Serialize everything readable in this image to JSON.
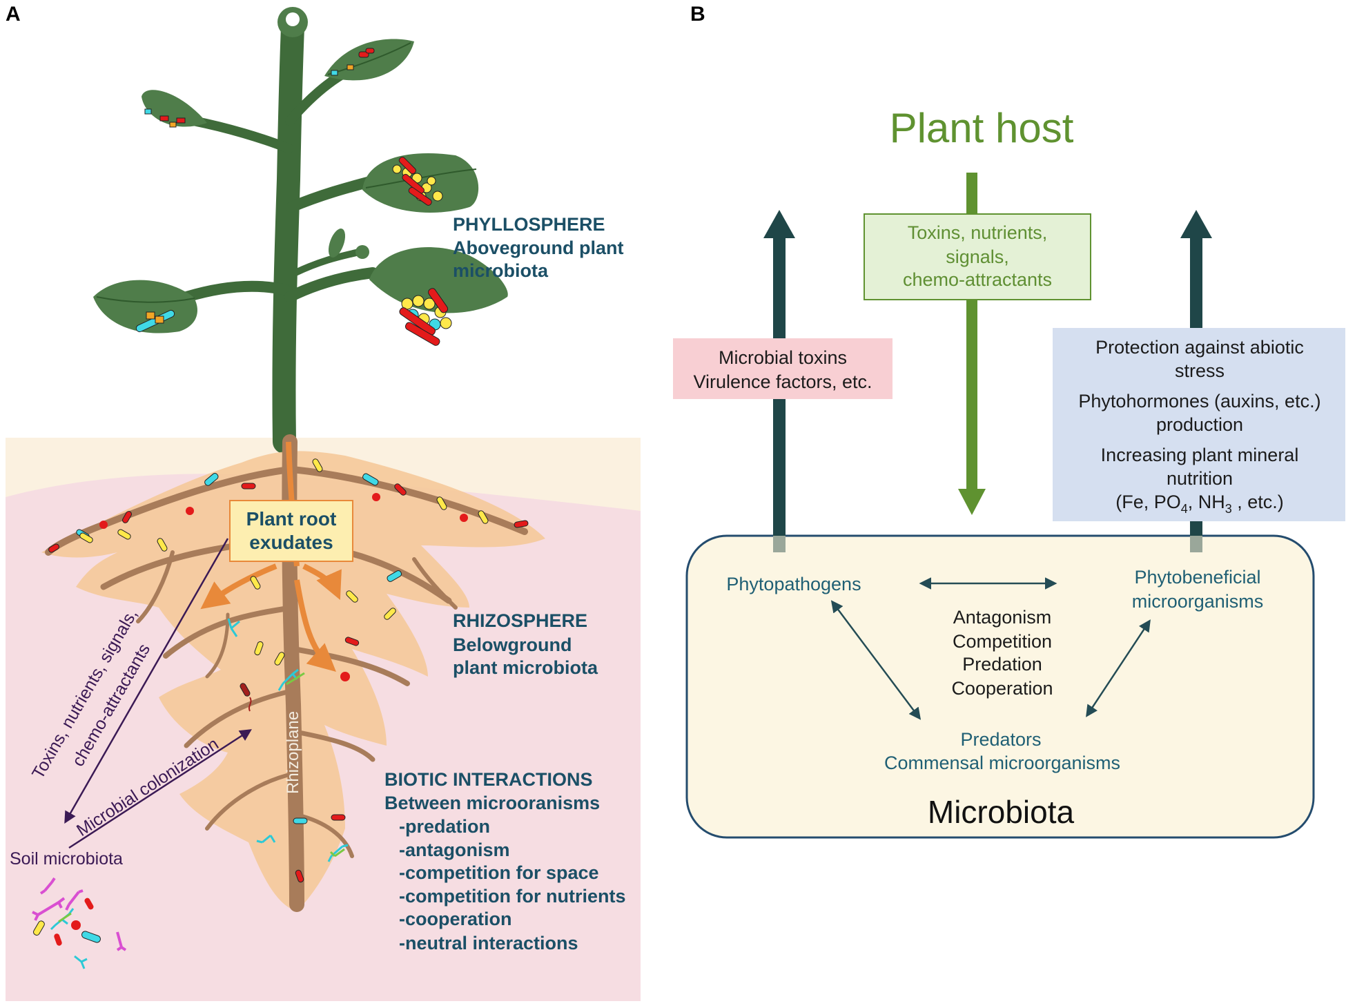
{
  "panel_a": {
    "letter": "A",
    "phyllosphere": {
      "title": "PHYLLOSPHERE",
      "line1": "Aboveground plant",
      "line2": "microbiota"
    },
    "rhizosphere": {
      "title": "RHIZOSPHERE",
      "line1": "Belowground",
      "line2": "plant microbiota"
    },
    "exudates": {
      "line1": "Plant root",
      "line2": "exudates"
    },
    "rhizoplane": "Rhizoplane",
    "toxins_arrow": {
      "line1": "Toxins, nutrients, signals,",
      "line2": "chemo-attractants"
    },
    "colonization": "Microbial colonization",
    "soil_microbiota": "Soil microbiota",
    "biotic": {
      "title": "BIOTIC INTERACTIONS",
      "subtitle": "Between microoranisms",
      "items": [
        "-predation",
        "-antagonism",
        "-competition for space",
        "-competition for nutrients",
        "-cooperation",
        "-neutral interactions"
      ]
    }
  },
  "panel_b": {
    "letter": "B",
    "plant_host": "Plant host",
    "signals_box": {
      "line1": "Toxins, nutrients,",
      "line2": "signals,",
      "line3": "chemo-attractants"
    },
    "toxins_box": {
      "line1": "Microbial toxins",
      "line2": "Virulence factors, etc."
    },
    "benefit_box": {
      "l1": "Protection against abiotic",
      "l2": "stress",
      "l3": "Phytohormones (auxins,  etc.)",
      "l4": "production",
      "l5": "Increasing plant mineral",
      "l6": "nutrition",
      "l7_a": "(Fe, PO",
      "l7_sub1": "4",
      "l7_b": ", NH",
      "l7_sub2": "3",
      "l7_c": " , etc.)"
    },
    "microbiota": {
      "title": "Microbiota",
      "phytopathogens": "Phytopathogens",
      "phytobeneficial1": "Phytobeneficial",
      "phytobeneficial2": "microorganisms",
      "interactions": [
        "Antagonism",
        "Competition",
        "Predation",
        "Cooperation"
      ],
      "predators": "Predators",
      "commensal": "Commensal microorganisms"
    }
  },
  "colors": {
    "stem": "#3f6b3a",
    "leaf": "#4f7d4a",
    "soil": "#f7dfe3",
    "root_halo": "#f5c99a",
    "root": "#a87c5a",
    "teal_text": "#1b4f66",
    "dark_arrow": "#1f4648",
    "green_arrow": "#5f9230",
    "pink_box": "#f8cfd3",
    "green_box": "#e4f1d6",
    "blue_box": "#d5dff0",
    "microbiota_fill": "#fcf6e3",
    "microbiota_border": "#244c6e"
  }
}
